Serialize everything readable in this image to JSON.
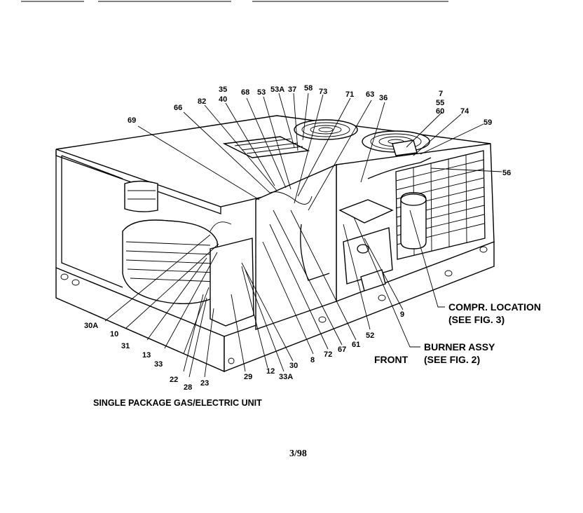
{
  "figure": {
    "caption": "SINGLE PACKAGE GAS/ELECTRIC UNIT",
    "date": "3/98",
    "front_label": "FRONT",
    "notes": {
      "compressor_line1": "COMPR. LOCATION",
      "compressor_line2": "(SEE FIG. 3)",
      "burner_line1": "BURNER ASSY",
      "burner_line2": "(SEE FIG. 2)"
    }
  },
  "callouts": {
    "c69": "69",
    "c66": "66",
    "c82": "82",
    "c35": "35",
    "c40": "40",
    "c68": "68",
    "c53": "53",
    "c53a": "53A",
    "c37": "37",
    "c58": "58",
    "c73": "73",
    "c71": "71",
    "c63": "63",
    "c36": "36",
    "c7": "7",
    "c55": "55",
    "c60": "60",
    "c74": "74",
    "c59": "59",
    "c56": "56",
    "c30a": "30A",
    "c10": "10",
    "c31": "31",
    "c13": "13",
    "c33": "33",
    "c22": "22",
    "c28": "28",
    "c23": "23",
    "c29": "29",
    "c12": "12",
    "c33a": "33A",
    "c30": "30",
    "c8": "8",
    "c72": "72",
    "c67": "67",
    "c61": "61",
    "c52": "52",
    "c9": "9"
  }
}
